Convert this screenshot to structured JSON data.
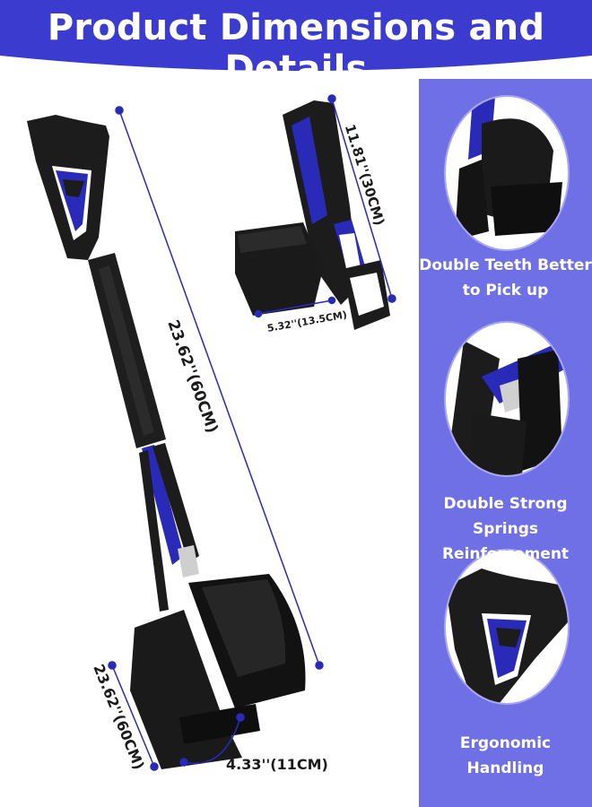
{
  "header": {
    "title": "Product Dimensions and Details"
  },
  "dimensions": {
    "total_length": "23.62''(60CM)",
    "head_height": "23.62''(60CM)",
    "head_width": "4.33''(11CM)",
    "folded_height": "11.81''(30CM)",
    "folded_width": "5.32''(13.5CM)"
  },
  "features": [
    {
      "line1": "Double Teeth Better",
      "line2": "to Pick up"
    },
    {
      "line1": "Double Strong Springs",
      "line2": "Reinforcement"
    },
    {
      "line1": "Ergonomic Handling",
      "line2": ""
    }
  ],
  "colors": {
    "accent": "#3b3bd0",
    "panel": "#6f6fe6",
    "product_dark": "#1c1c1c",
    "product_blue": "#2a2ab8"
  }
}
